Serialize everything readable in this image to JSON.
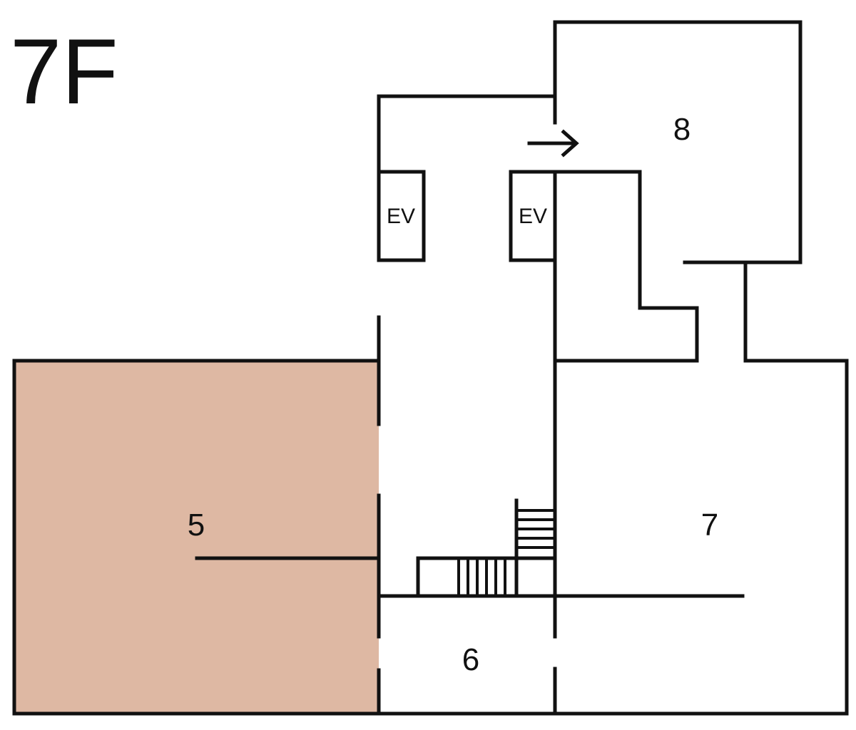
{
  "floor": {
    "label": "7F"
  },
  "highlight_color": "#deb8a3",
  "line_color": "#111111",
  "rooms": [
    {
      "id": "room-5",
      "label": "5",
      "highlighted": true
    },
    {
      "id": "room-6",
      "label": "6",
      "highlighted": false
    },
    {
      "id": "room-7",
      "label": "7",
      "highlighted": false
    },
    {
      "id": "room-8",
      "label": "8",
      "highlighted": false
    }
  ],
  "elevators": [
    {
      "label": "EV"
    },
    {
      "label": "EV"
    }
  ],
  "icons": [
    "arrow-right-icon",
    "stairs-icon"
  ]
}
